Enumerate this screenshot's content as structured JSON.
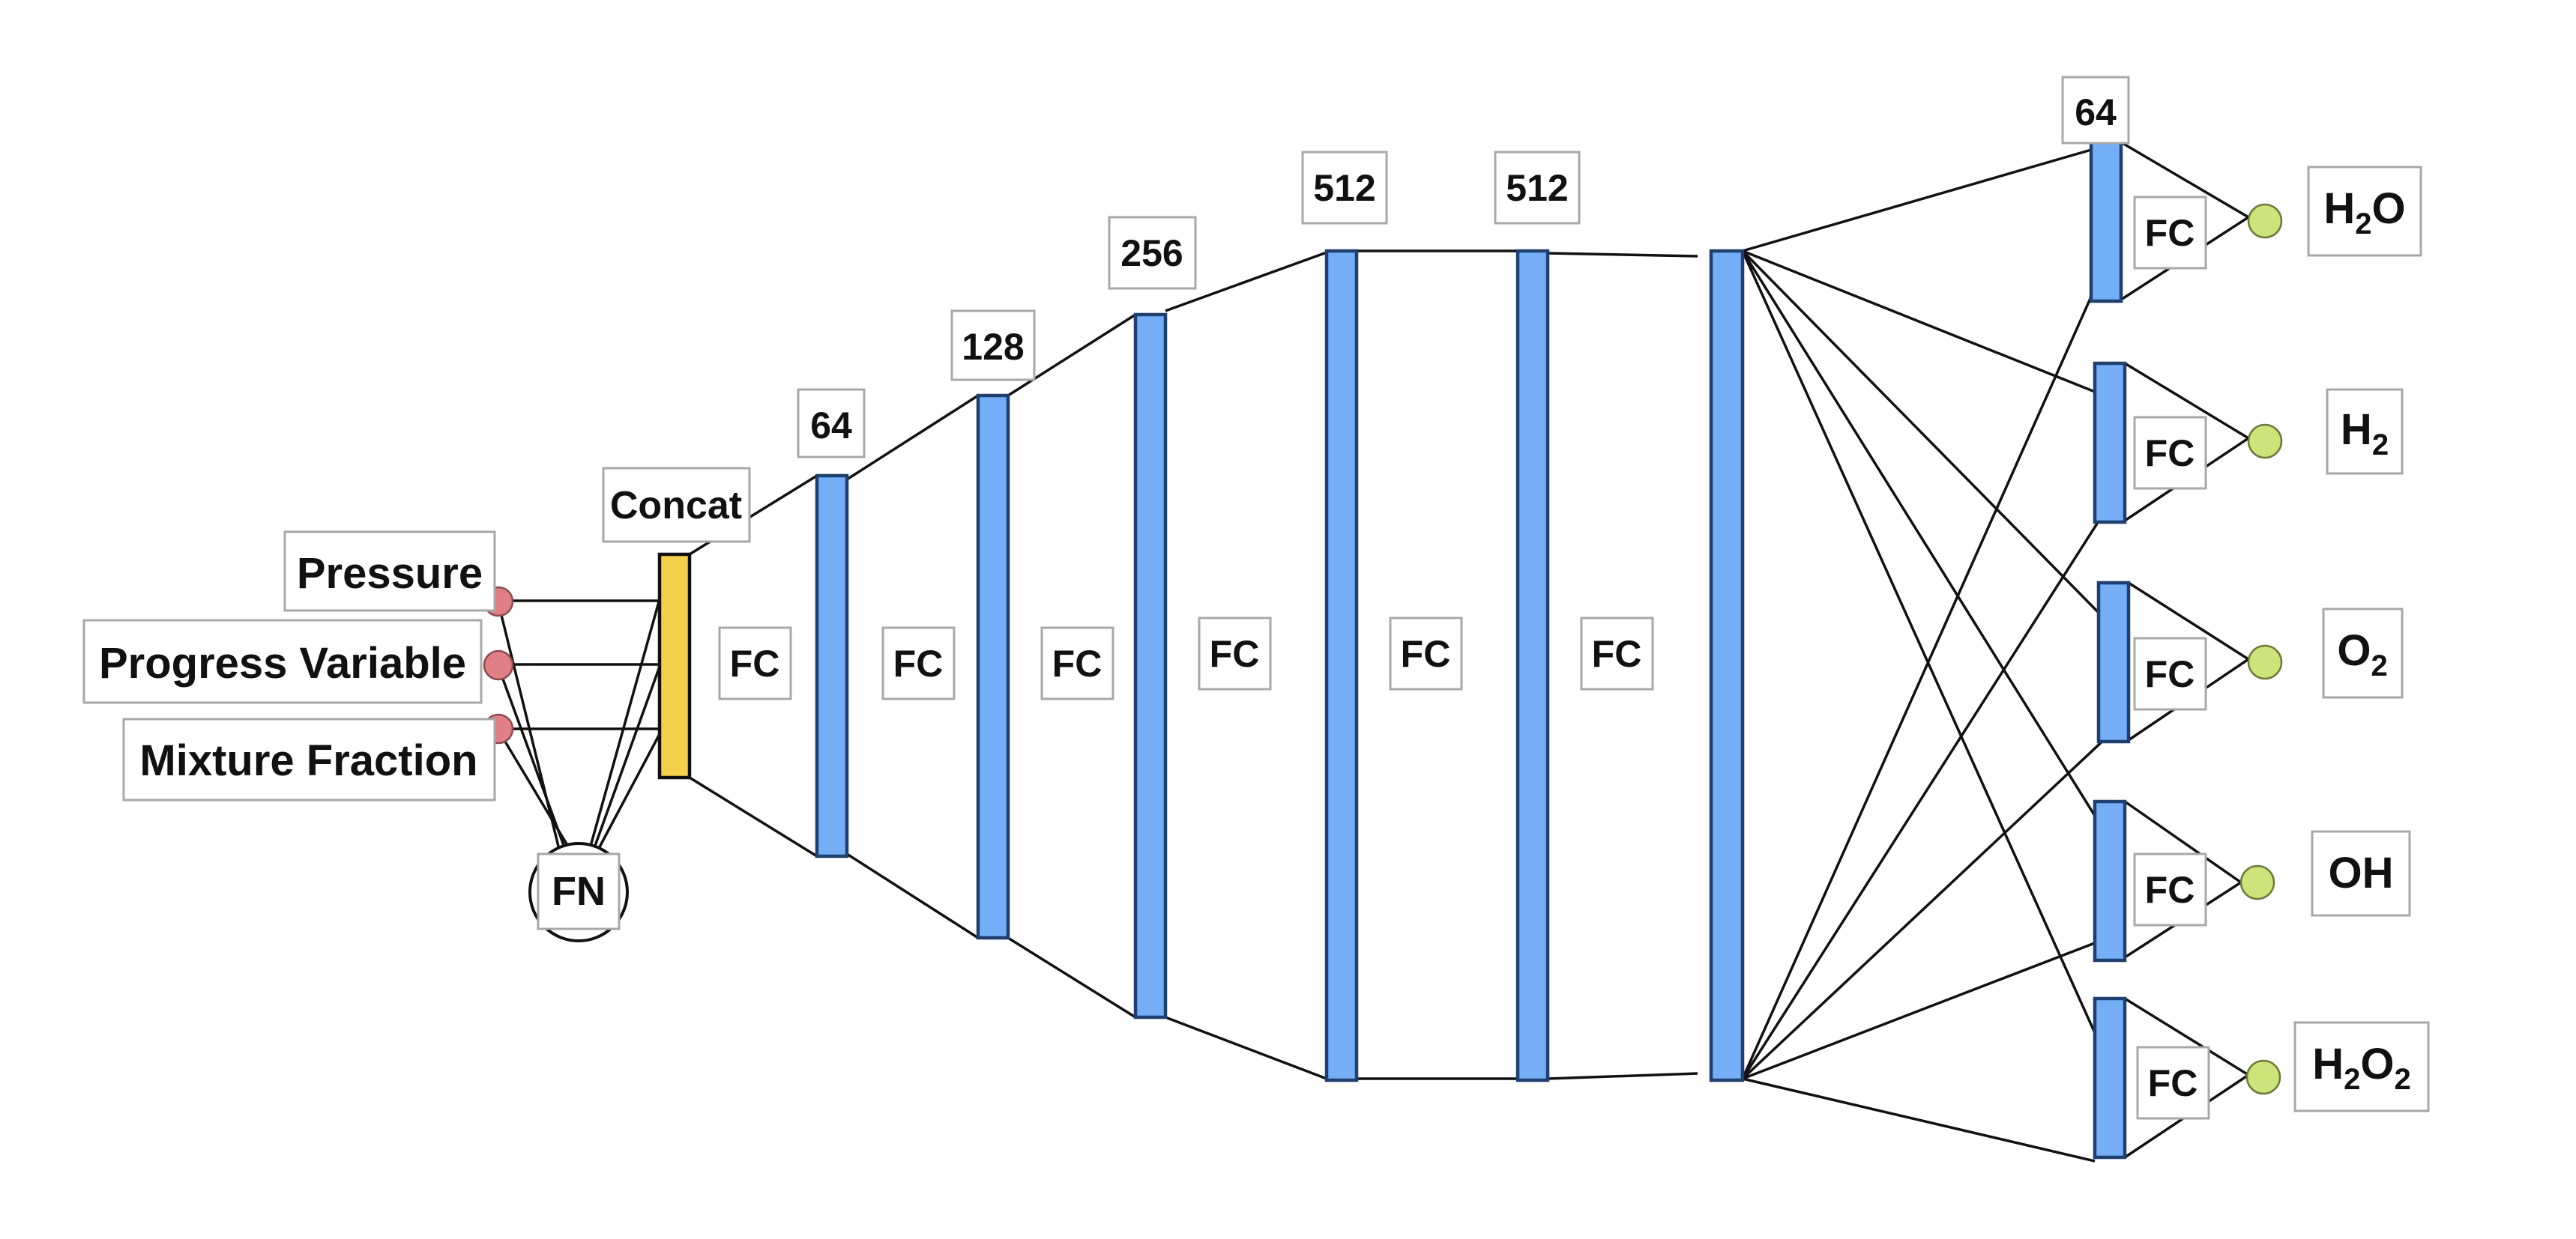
{
  "inputs": {
    "pressure": "Pressure",
    "progress_variable": "Progress Variable",
    "mixture_fraction": "Mixture Fraction"
  },
  "fn_label": "FN",
  "concat_label": "Concat",
  "fc_label": "FC",
  "layer_sizes": {
    "l1": "64",
    "l2": "128",
    "l3": "256",
    "l4": "512",
    "l5": "512",
    "heads": "64"
  },
  "outputs": {
    "h2o": {
      "base": "H",
      "sub": "2",
      "tail": "O"
    },
    "h2": {
      "base": "H",
      "sub": "2",
      "tail": ""
    },
    "o2": {
      "base": "O",
      "sub": "2",
      "tail": ""
    },
    "oh": {
      "base": "OH",
      "sub": "",
      "tail": ""
    },
    "h2o2": {
      "base": "H",
      "sub": "2",
      "tail": "O",
      "sub2": "2"
    }
  },
  "colors": {
    "layer_fill": "#74aef6",
    "layer_stroke": "#1f3f6e",
    "concat_fill": "#f5d04a",
    "input_node": "#e07f86",
    "output_node": "#cde47a",
    "label_border": "#a8a8a8"
  }
}
